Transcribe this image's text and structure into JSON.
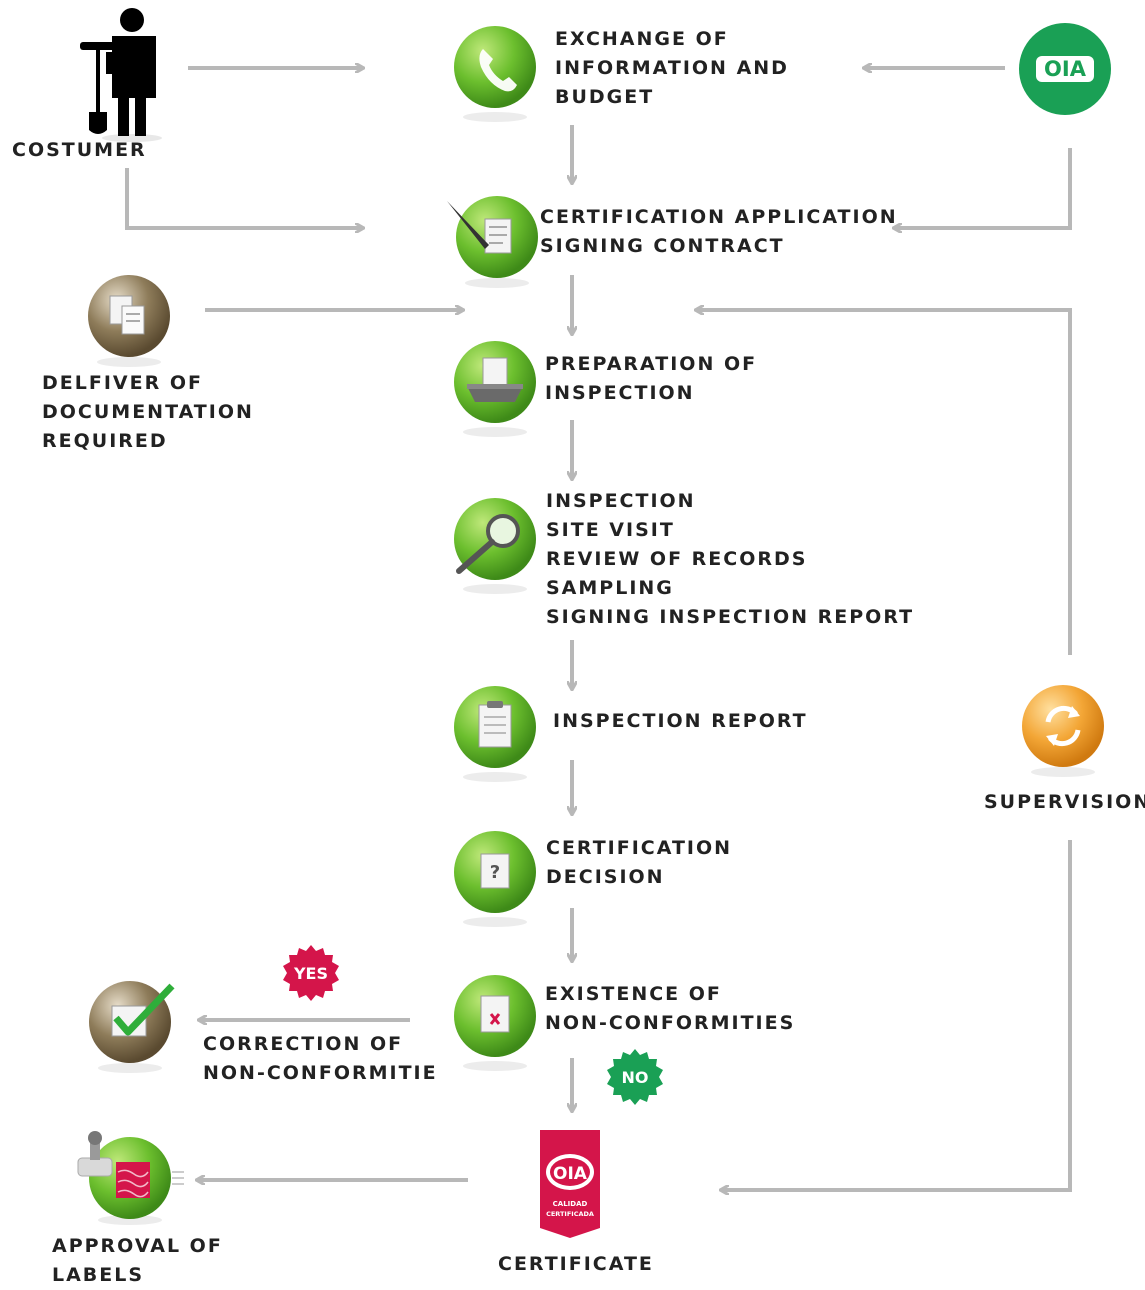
{
  "actors": {
    "customer": "COSTUMER",
    "oia_logo": "OIA",
    "supervision": "SUPERVISION",
    "certificate": "CERTIFICATE",
    "certificate_sub": [
      "CALIDAD",
      "CERTIFICADA"
    ]
  },
  "steps": {
    "exchange": [
      "EXCHANGE OF",
      "INFORMATION AND",
      "BUDGET"
    ],
    "application": [
      "CERTIFICATION APPLICATION",
      "SIGNING CONTRACT"
    ],
    "preparation": [
      "PREPARATION OF",
      "INSPECTION"
    ],
    "inspection": [
      "INSPECTION",
      "SITE VISIT",
      "REVIEW OF RECORDS",
      "SAMPLING",
      "SIGNING INSPECTION REPORT"
    ],
    "report": [
      "INSPECTION REPORT"
    ],
    "decision": [
      "CERTIFICATION",
      "DECISION"
    ],
    "nonconformities": [
      "EXISTENCE OF",
      "NON-CONFORMITIES"
    ],
    "documentation": [
      "DELFIVER OF",
      "DOCUMENTATION",
      "REQUIRED"
    ],
    "correction": [
      "CORRECTION OF",
      "NON-CONFORMITIE"
    ],
    "labels": [
      "APPROVAL OF",
      "LABELS"
    ]
  },
  "badges": {
    "yes": "YES",
    "no": "NO"
  },
  "icons": {
    "exchange": "phone-icon",
    "application": "pen-document-icon",
    "preparation": "tray-document-icon",
    "inspection": "magnifier-icon",
    "report": "clipboard-icon",
    "decision": "question-document-icon",
    "nonconformities": "x-document-icon",
    "documentation": "documents-icon",
    "correction": "checkmark-icon",
    "labels": "stamp-icon",
    "supervision": "cycle-arrows-icon",
    "customer": "person-with-shovel-icon"
  },
  "colors": {
    "green": "#5aad2a",
    "brown": "#7a6a4a",
    "orange": "#f0a030",
    "red_badge": "#d4154a",
    "green_badge": "#1aa055",
    "arrow": "#b8b8b8",
    "text": "#222222"
  }
}
